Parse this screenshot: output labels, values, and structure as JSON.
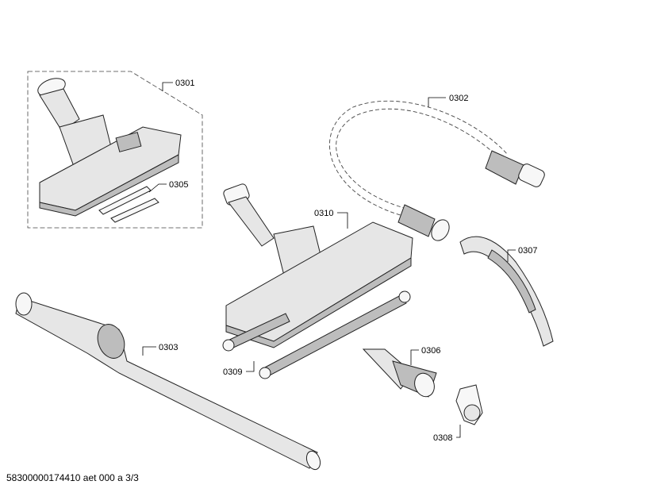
{
  "parts": {
    "p0301": "0301",
    "p0302": "0302",
    "p0303": "0303",
    "p0305": "0305",
    "p0306": "0306",
    "p0307": "0307",
    "p0308": "0308",
    "p0309": "0309",
    "p0310": "0310"
  },
  "footer": "58300000174410 aet 000 a 3/3"
}
